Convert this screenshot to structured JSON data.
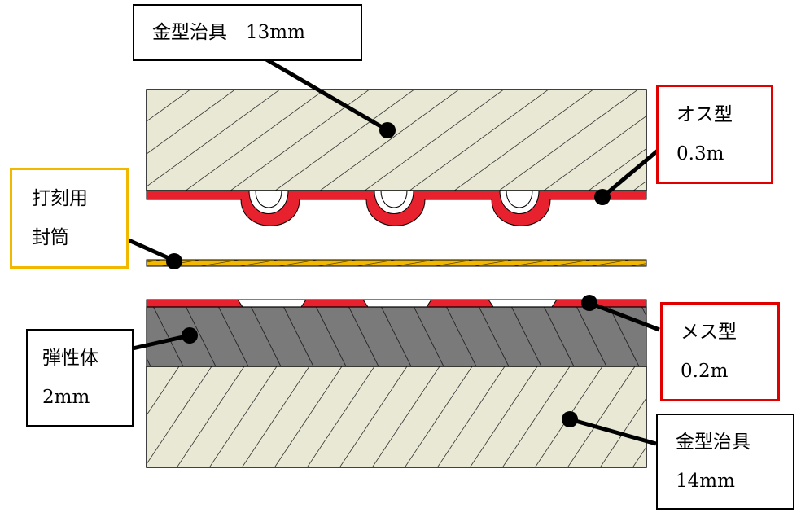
{
  "labels": {
    "upper_jig": "金型治具　13mm",
    "male_die_name": "オス型",
    "male_die_thickness": "0.3m",
    "sealing_tube_line1": "打刻用",
    "sealing_tube_line2": "封筒",
    "elastic_name": "弾性体",
    "elastic_thickness": "2mm",
    "female_die_name": "メス型",
    "female_die_thickness": "0.2m",
    "lower_jig_name": "金型治具",
    "lower_jig_thickness": "14mm"
  },
  "colors": {
    "jig_fill": "#e8e8d4",
    "die_red": "#e8212f",
    "tube_gold": "#f2b800",
    "elastic_gray": "#7a7a7a",
    "box_red": "#e00000",
    "box_gold": "#f2b800",
    "leader": "#000000"
  }
}
